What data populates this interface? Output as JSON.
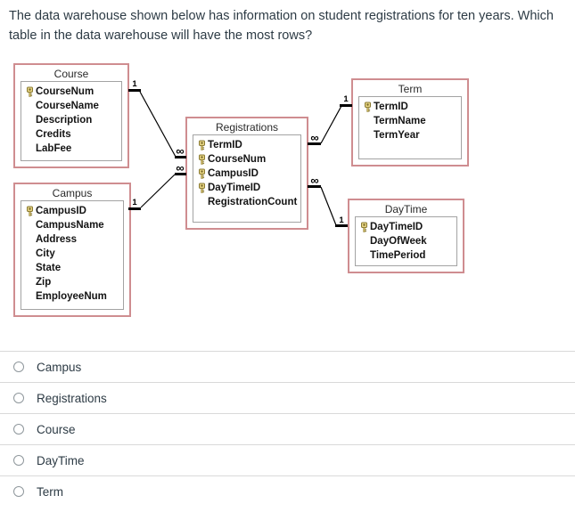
{
  "question": {
    "text": "The data warehouse shown below has information on student registrations for ten years. Which table in the data warehouse will have the most rows?"
  },
  "diagram": {
    "tables": [
      {
        "title": "Course",
        "fields": [
          {
            "name": "CourseNum",
            "key": true
          },
          {
            "name": "CourseName",
            "key": false
          },
          {
            "name": "Description",
            "key": false
          },
          {
            "name": "Credits",
            "key": false
          },
          {
            "name": "LabFee",
            "key": false
          }
        ]
      },
      {
        "title": "Campus",
        "fields": [
          {
            "name": "CampusID",
            "key": true
          },
          {
            "name": "CampusName",
            "key": false
          },
          {
            "name": "Address",
            "key": false
          },
          {
            "name": "City",
            "key": false
          },
          {
            "name": "State",
            "key": false
          },
          {
            "name": "Zip",
            "key": false
          },
          {
            "name": "EmployeeNum",
            "key": false
          }
        ]
      },
      {
        "title": "Registrations",
        "fields": [
          {
            "name": "TermID",
            "key": true
          },
          {
            "name": "CourseNum",
            "key": true
          },
          {
            "name": "CampusID",
            "key": true
          },
          {
            "name": "DayTimeID",
            "key": true
          },
          {
            "name": "RegistrationCount",
            "key": false
          }
        ]
      },
      {
        "title": "Term",
        "fields": [
          {
            "name": "TermID",
            "key": true
          },
          {
            "name": "TermName",
            "key": false
          },
          {
            "name": "TermYear",
            "key": false
          }
        ]
      },
      {
        "title": "DayTime",
        "fields": [
          {
            "name": "DayTimeID",
            "key": true
          },
          {
            "name": "DayOfWeek",
            "key": false
          },
          {
            "name": "TimePeriod",
            "key": false
          }
        ]
      }
    ],
    "relationships": [
      {
        "from": "Course",
        "to": "Registrations",
        "from_card": "1",
        "to_card": "∞"
      },
      {
        "from": "Campus",
        "to": "Registrations",
        "from_card": "1",
        "to_card": "∞"
      },
      {
        "from": "Registrations",
        "to": "Term",
        "from_card": "∞",
        "to_card": "1"
      },
      {
        "from": "Registrations",
        "to": "DayTime",
        "from_card": "∞",
        "to_card": "1"
      }
    ]
  },
  "options": [
    {
      "label": "Campus"
    },
    {
      "label": "Registrations"
    },
    {
      "label": "Course"
    },
    {
      "label": "DayTime"
    },
    {
      "label": "Term"
    }
  ],
  "colors": {
    "table_border": "#cf8d90",
    "field_box_border": "#a3a3a3",
    "divider": "#d9d9d9",
    "text": "#2d3b45",
    "key_gold": "#e6d483",
    "line": "#000000"
  }
}
